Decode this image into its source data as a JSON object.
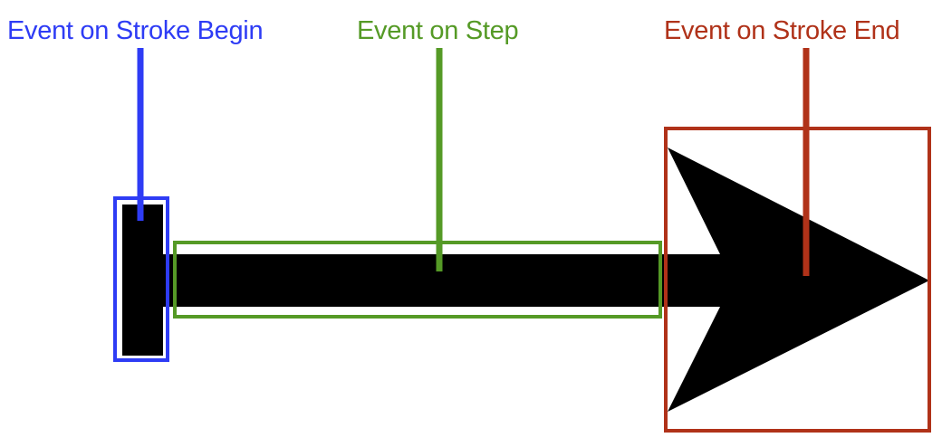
{
  "labels": {
    "begin": "Event on Stroke Begin",
    "step": "Event on Step",
    "end": "Event on Stroke End"
  },
  "colors": {
    "begin": "#2e3cf5",
    "step": "#559a26",
    "end": "#b03219",
    "stroke": "#000000",
    "background": "#ffffff"
  },
  "diagram": {
    "description": "Arrow stroke with a T-shaped start cap, a straight shaft, and an arrowhead end cap; each segment is highlighted by a colored box with a callout line to its event label",
    "segments": [
      {
        "id": "begin",
        "part": "start cap (T bar)",
        "label": "Event on Stroke Begin"
      },
      {
        "id": "step",
        "part": "shaft",
        "label": "Event on Step"
      },
      {
        "id": "end",
        "part": "arrowhead",
        "label": "Event on Stroke End"
      }
    ]
  }
}
